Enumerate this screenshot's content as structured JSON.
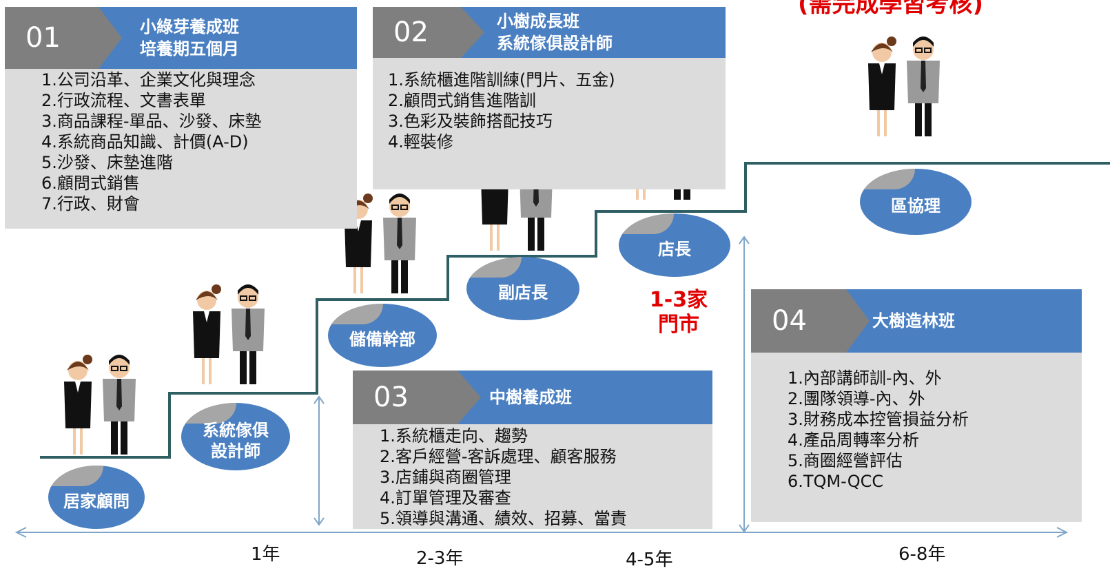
{
  "top_note": "(需完成學習考核)",
  "programs": [
    {
      "num": "01",
      "title1": "小綠芽養成班",
      "title2": "培養期五個月",
      "items": [
        "1.公司沿革、企業文化與理念",
        "2.行政流程、文書表單",
        "3.商品課程-單品、沙發、床墊",
        "4.系統商品知識、計價(A-D)",
        "5.沙發、床墊進階",
        "6.顧問式銷售",
        "7.行政、財會"
      ]
    },
    {
      "num": "02",
      "title1": "小樹成長班",
      "title2": "系統傢俱設計師",
      "items": [
        "1.系統櫃進階訓練(門片、五金)",
        "2.顧問式銷售進階訓",
        "3.色彩及裝飾搭配技巧",
        "4.輕裝修"
      ]
    },
    {
      "num": "03",
      "title1": "中樹養成班",
      "title2": "",
      "items": [
        "1.系統櫃走向、趨勢",
        "2.客戶經營-客訴處理、顧客服務",
        "3.店鋪與商圈管理",
        "4.訂單管理及審查",
        "5.領導與溝通、績效、招募、當責"
      ]
    },
    {
      "num": "04",
      "title1": "大樹造林班",
      "title2": "",
      "items": [
        "1.內部講師訓-內、外",
        "2.團隊領導-內、外",
        "3.財務成本控管損益分析",
        "4.產品周轉率分析",
        "5.商圈經營評估",
        "6.TQM-QCC"
      ]
    }
  ],
  "roles": [
    {
      "l1": "居家顧問",
      "l2": ""
    },
    {
      "l1": "系統傢俱",
      "l2": "設計師"
    },
    {
      "l1": "儲備幹部",
      "l2": ""
    },
    {
      "l1": "副店長",
      "l2": ""
    },
    {
      "l1": "店長",
      "l2": ""
    },
    {
      "l1": "區協理",
      "l2": ""
    }
  ],
  "stores_note": {
    "line1": "1-3家",
    "line2": "門市"
  },
  "years": [
    "1年",
    "2-3年",
    "4-5年",
    "6-8年"
  ],
  "colors": {
    "blue": "#4a7fc1",
    "gray": "#7f7f7f",
    "panel": "#dcdcdc",
    "stair": "#2f5f63",
    "red": "#e00000"
  }
}
